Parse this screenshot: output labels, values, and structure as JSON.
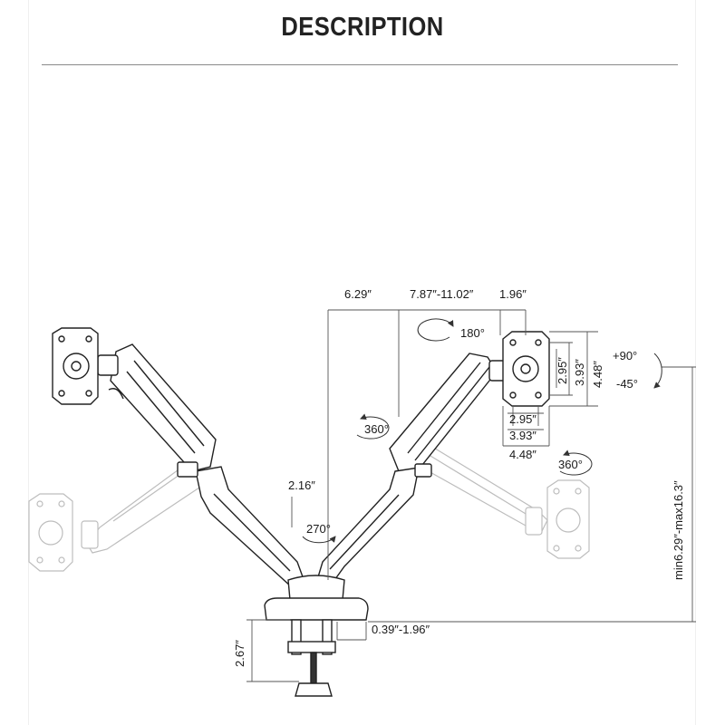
{
  "header": {
    "title": "DESCRIPTION"
  },
  "dimensions": {
    "offset_top": "6.29″",
    "arm_reach": "7.87″-11.02″",
    "head_offset": "1.96″",
    "vesa_h_small": "2.95″",
    "vesa_h_mid": "3.93″",
    "vesa_h_large": "4.48″",
    "vesa_w_small": "2.95″",
    "vesa_w_mid": "3.93″",
    "vesa_w_large": "4.48″",
    "elbow_offset": "2.16″",
    "height_range": "min6.29″-max16.3″",
    "clamp_thickness": "0.39″-1.96″",
    "base_height": "2.67″"
  },
  "angles": {
    "swivel_arm": "360°",
    "tilt_up": "+90°",
    "tilt_down": "-45°",
    "rotate_head": "180°",
    "swivel_head": "360°",
    "base_swivel": "270°"
  }
}
